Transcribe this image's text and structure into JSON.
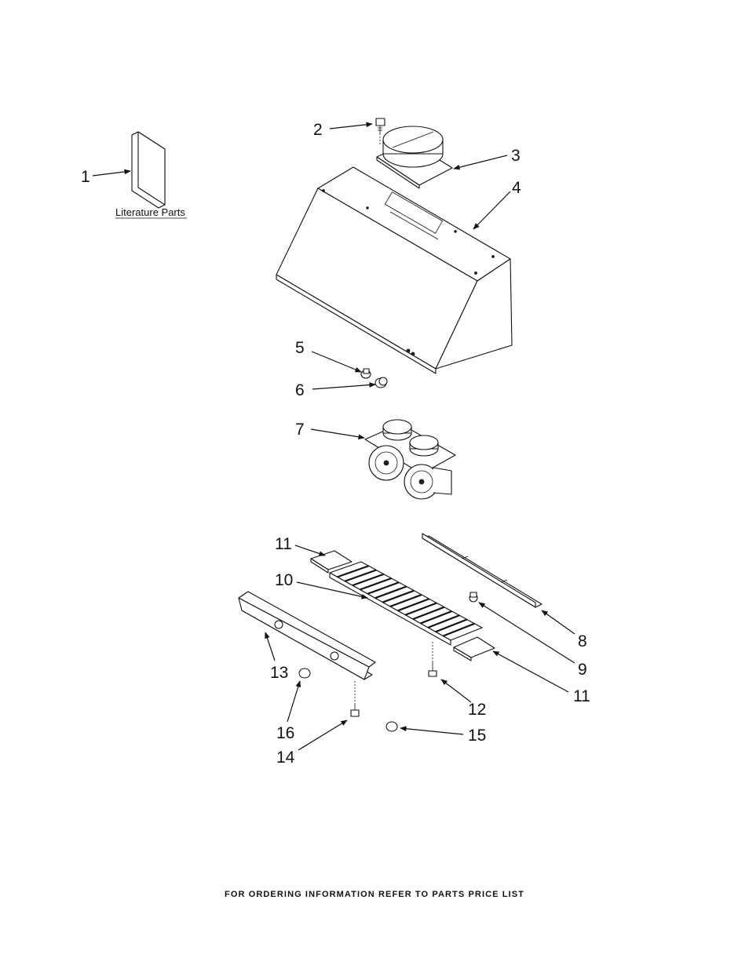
{
  "literature_label": "Literature Parts",
  "callouts": [
    {
      "id": "c1",
      "text": "1"
    },
    {
      "id": "c2",
      "text": "2"
    },
    {
      "id": "c3",
      "text": "3"
    },
    {
      "id": "c4",
      "text": "4"
    },
    {
      "id": "c5",
      "text": "5"
    },
    {
      "id": "c6",
      "text": "6"
    },
    {
      "id": "c7",
      "text": "7"
    },
    {
      "id": "c8",
      "text": "8"
    },
    {
      "id": "c9",
      "text": "9"
    },
    {
      "id": "c10",
      "text": "10"
    },
    {
      "id": "c11a",
      "text": "11"
    },
    {
      "id": "c11b",
      "text": "11"
    },
    {
      "id": "c12",
      "text": "12"
    },
    {
      "id": "c13",
      "text": "13"
    },
    {
      "id": "c14",
      "text": "14"
    },
    {
      "id": "c15",
      "text": "15"
    },
    {
      "id": "c16",
      "text": "16"
    }
  ],
  "footer": "FOR ORDERING INFORMATION REFER TO PARTS PRICE LIST"
}
